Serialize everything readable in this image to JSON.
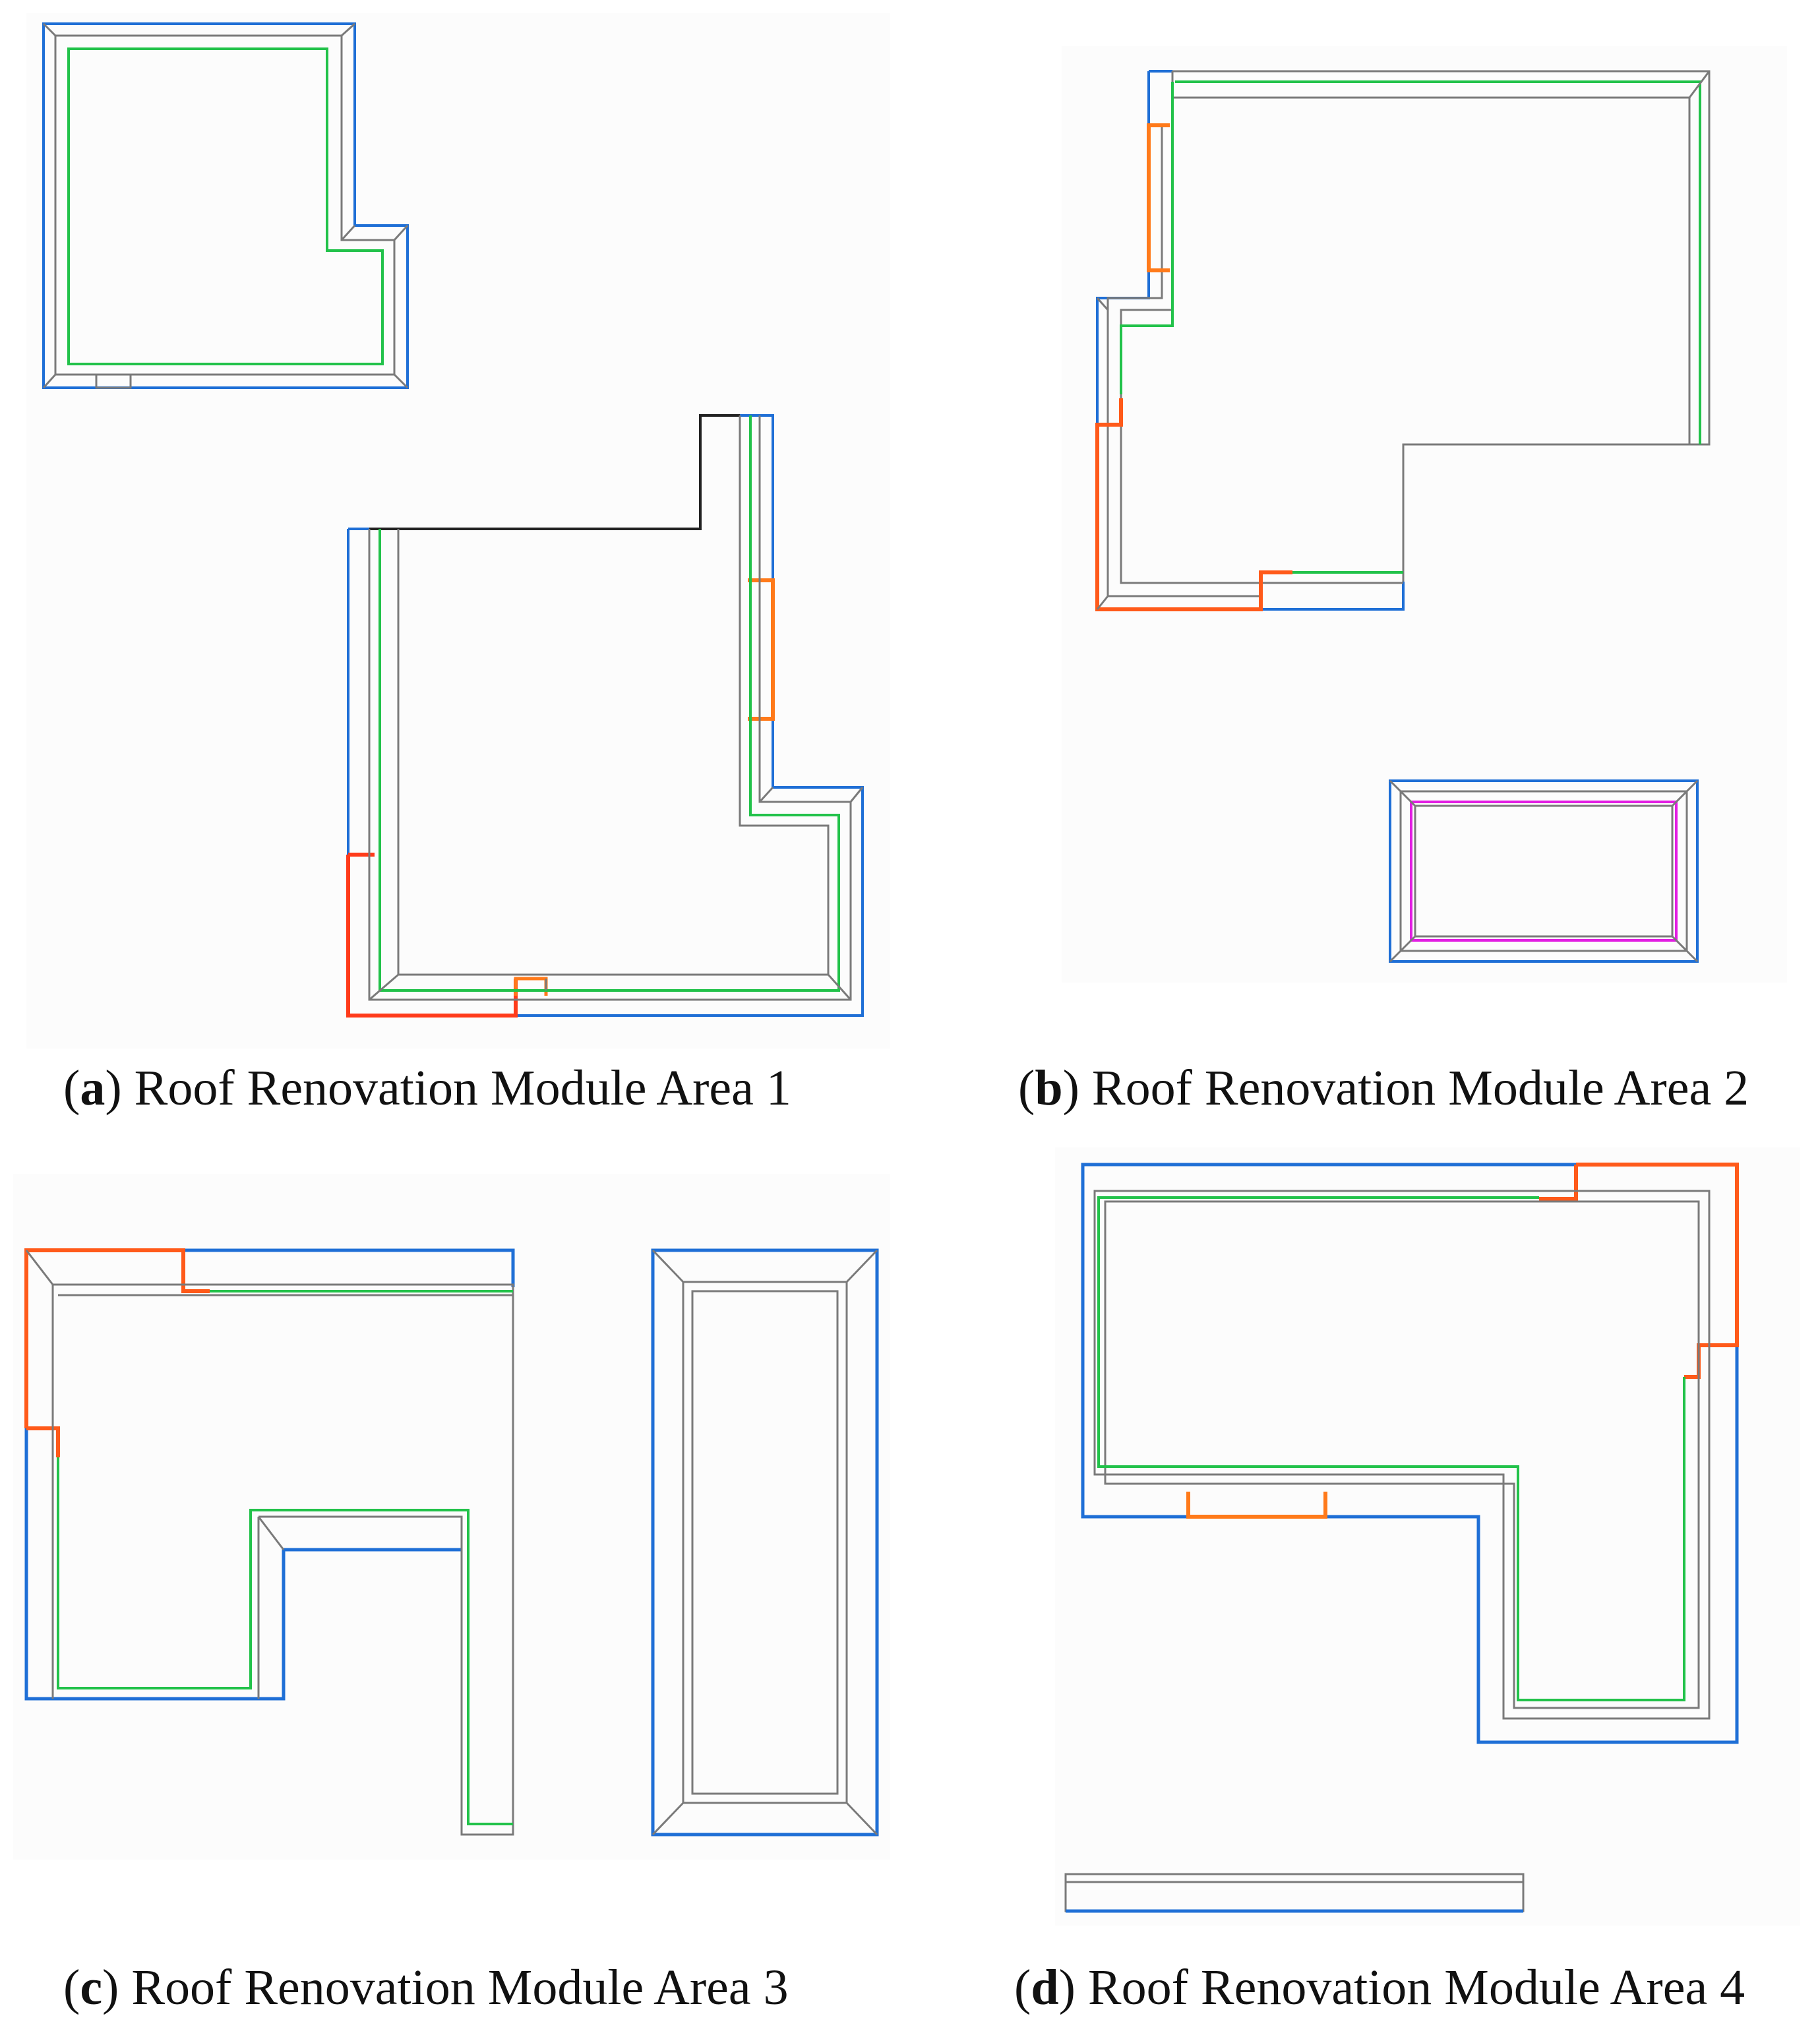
{
  "colors": {
    "blue": "#1f6fd6",
    "green": "#22c24a",
    "gray": "#7a7a7a",
    "dark": "#222222",
    "orange": "#ff7a1a",
    "red": "#ff3b1a",
    "red_orange": "#ff5a1a",
    "magenta": "#e21ee2"
  },
  "panels": {
    "a": {
      "letter": "a",
      "label": "Roof Renovation Module Area 1"
    },
    "b": {
      "letter": "b",
      "label": "Roof Renovation Module Area 2"
    },
    "c": {
      "letter": "c",
      "label": "Roof Renovation Module Area 3"
    },
    "d": {
      "letter": "d",
      "label": "Roof Renovation Module Area 4"
    }
  }
}
